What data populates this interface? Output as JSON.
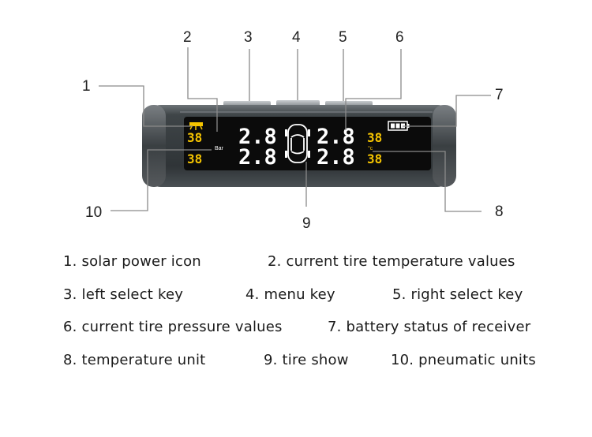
{
  "callouts": [
    "1",
    "2",
    "3",
    "4",
    "5",
    "6",
    "7",
    "8",
    "9",
    "10"
  ],
  "display": {
    "temps": [
      "38",
      "38",
      "38",
      "38"
    ],
    "pressures": [
      "2.8",
      "2.8",
      "2.8",
      "2.8"
    ],
    "pressure_unit": "Bar",
    "temp_unit": "°c"
  },
  "legend": [
    "1. solar  power  icon",
    "2. current  tire  temperature  values",
    "3. left  select  key",
    "4.  menu  key",
    "5.  right  select key",
    "6. current tire pressure values",
    "7. battery status of receiver",
    "8. temperature  unit",
    "9. tire  show",
    "10. pneumatic  units"
  ],
  "colors": {
    "lcd_background": "#0b0b0b",
    "segment_white": "#ffffff",
    "temperature_yellow": "#f5c400",
    "housing": "#3b4043",
    "leader_line": "#8a8a8a"
  }
}
